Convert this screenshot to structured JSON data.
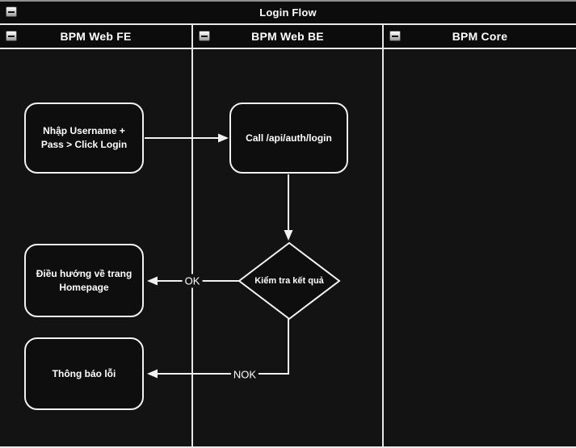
{
  "pool": {
    "title": "Login Flow"
  },
  "lanes": [
    {
      "label": "BPM Web FE"
    },
    {
      "label": "BPM Web BE"
    },
    {
      "label": "BPM Core"
    }
  ],
  "nodes": {
    "enter_credentials": {
      "label": "Nhập Username + Pass > Click Login",
      "shape": "rounded-rectangle",
      "lane": "BPM Web FE"
    },
    "call_login_api": {
      "label": "Call /api/auth/login",
      "shape": "rounded-rectangle",
      "lane": "BPM Web BE"
    },
    "check_result": {
      "label": "Kiểm tra kết quả",
      "shape": "decision-diamond",
      "lane": "BPM Web BE"
    },
    "navigate_homepage": {
      "label": "Điều hướng về trang Homepage",
      "shape": "rounded-rectangle",
      "lane": "BPM Web FE"
    },
    "show_error": {
      "label": "Thông báo lỗi",
      "shape": "rounded-rectangle",
      "lane": "BPM Web FE"
    }
  },
  "edge_labels": {
    "ok": "OK",
    "nok": "NOK"
  },
  "icons": {
    "collapse": "minus-icon"
  },
  "colors": {
    "canvas_background": "#131313",
    "panel_background": "#0c0c0c",
    "line": "#e8e8e8",
    "edge": "#f2f2f2",
    "text": "#ffffff",
    "top_border": "#8f8f8f"
  }
}
